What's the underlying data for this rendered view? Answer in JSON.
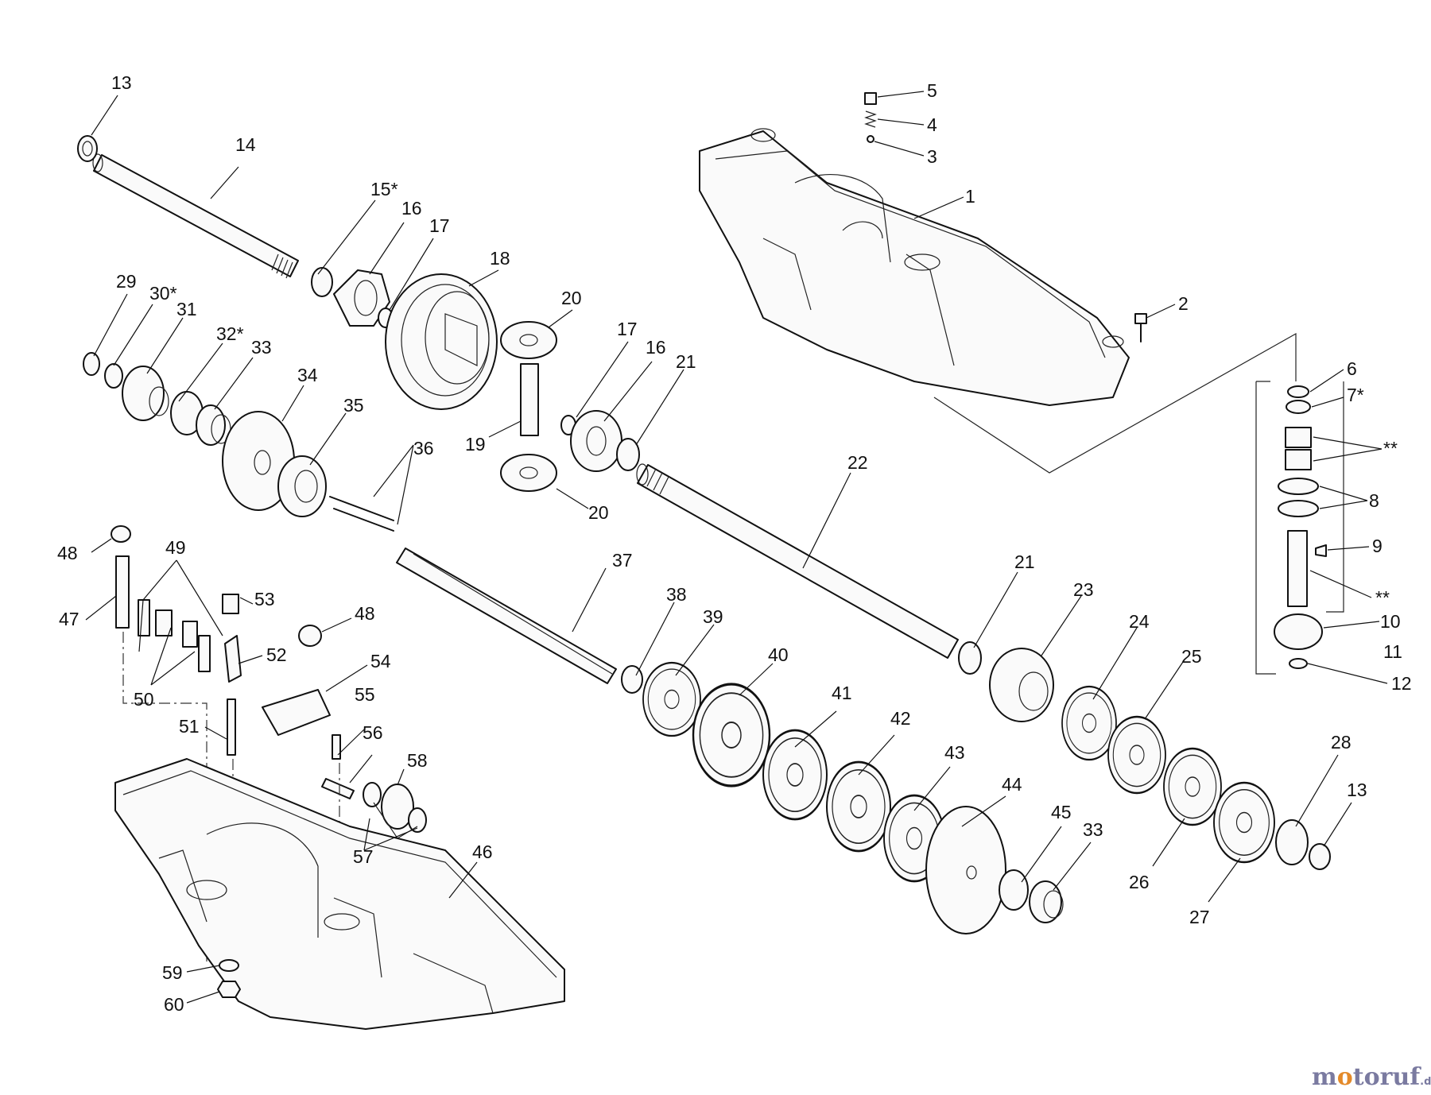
{
  "labels": [
    "13",
    "14",
    "15*",
    "16",
    "17",
    "18",
    "29",
    "30*",
    "31",
    "32*",
    "33",
    "34",
    "35",
    "36",
    "20",
    "19",
    "17",
    "16",
    "21",
    "20",
    "5",
    "4",
    "3",
    "1",
    "2",
    "6",
    "7*",
    "**",
    "8",
    "9",
    "**",
    "10",
    "11",
    "12",
    "22",
    "48",
    "49",
    "47",
    "53",
    "50",
    "52",
    "48",
    "54",
    "37",
    "38",
    "39",
    "40",
    "21",
    "23",
    "24",
    "25",
    "51",
    "55",
    "56",
    "58",
    "41",
    "42",
    "43",
    "44",
    "45",
    "33",
    "26",
    "27",
    "28",
    "13",
    "57",
    "46",
    "59",
    "60"
  ],
  "watermark": {
    "brand_pre": "m",
    "brand_o1": "o",
    "brand_mid": "tor",
    "brand_post": "uf",
    "tld": ".de"
  }
}
